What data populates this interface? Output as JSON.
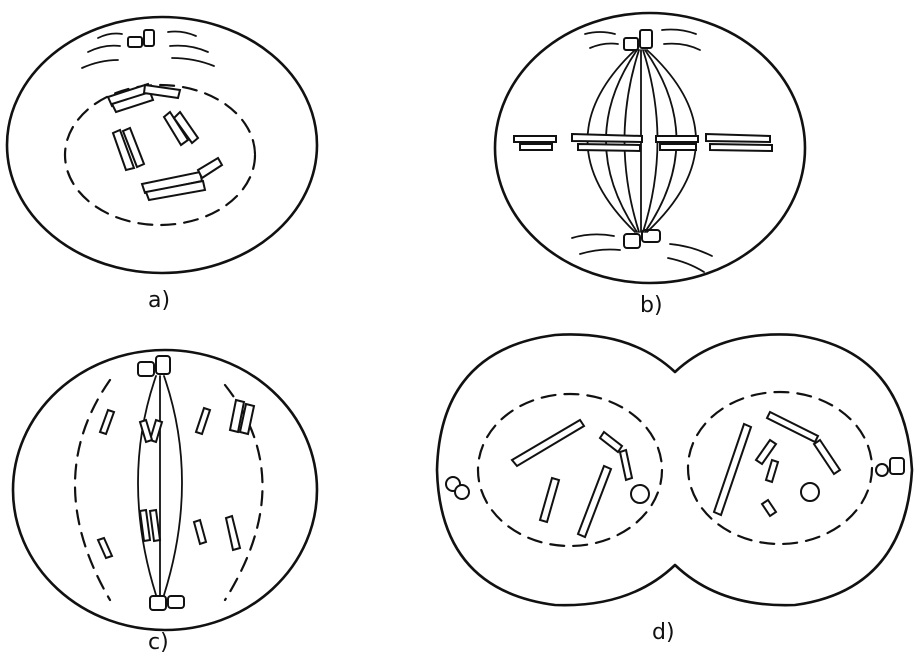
{
  "panels": [
    {
      "id": "a",
      "label": "a)"
    },
    {
      "id": "b",
      "label": "b)"
    },
    {
      "id": "c",
      "label": "c)"
    },
    {
      "id": "d",
      "label": "d)"
    }
  ],
  "colors": {
    "ink": "#111111",
    "background": "#ffffff"
  }
}
